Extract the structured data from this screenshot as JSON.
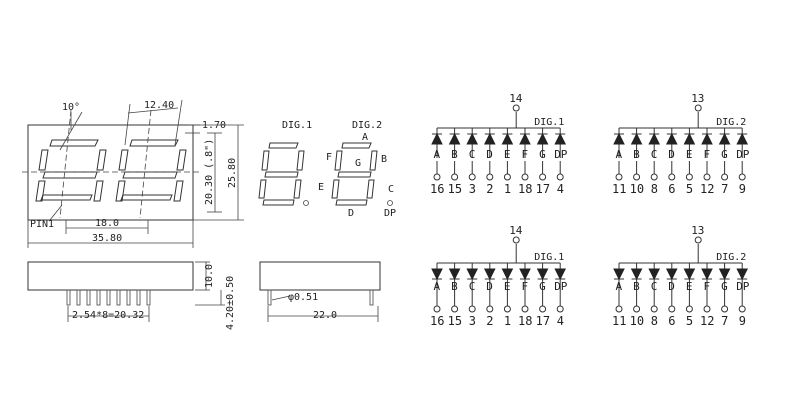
{
  "package": {
    "angle": "10°",
    "segment_width": "12.40",
    "gap": "1.70",
    "digit_height": "20.30 (.8\")",
    "total_height": "25.80",
    "pin1": "PIN1",
    "inner_width": "18.0",
    "total_width": "35.80",
    "pin_pitch": "2.54*8=20.32",
    "side_height": "10.0",
    "pin_length": "4.20±0.50",
    "pin_diameter": "φ0.51",
    "side_width": "22.0"
  },
  "segment_map": {
    "dig1": "DIG.1",
    "dig2": "DIG.2",
    "A": "A",
    "B": "B",
    "C": "C",
    "D": "D",
    "E": "E",
    "F": "F",
    "G": "G",
    "DP": "DP"
  },
  "circuits": [
    {
      "type": "common-anode",
      "digits": [
        {
          "label": "DIG.1",
          "common_pin": "14",
          "segments": [
            "A",
            "B",
            "C",
            "D",
            "E",
            "F",
            "G",
            "DP"
          ],
          "pins": [
            "16",
            "15",
            "3",
            "2",
            "1",
            "18",
            "17",
            "4"
          ]
        },
        {
          "label": "DIG.2",
          "common_pin": "13",
          "segments": [
            "A",
            "B",
            "C",
            "D",
            "E",
            "F",
            "G",
            "DP"
          ],
          "pins": [
            "11",
            "10",
            "8",
            "6",
            "5",
            "12",
            "7",
            "9"
          ]
        }
      ]
    },
    {
      "type": "common-cathode",
      "digits": [
        {
          "label": "DIG.1",
          "common_pin": "14",
          "segments": [
            "A",
            "B",
            "C",
            "D",
            "E",
            "F",
            "G",
            "DP"
          ],
          "pins": [
            "16",
            "15",
            "3",
            "2",
            "1",
            "18",
            "17",
            "4"
          ]
        },
        {
          "label": "DIG.2",
          "common_pin": "13",
          "segments": [
            "A",
            "B",
            "C",
            "D",
            "E",
            "F",
            "G",
            "DP"
          ],
          "pins": [
            "11",
            "10",
            "8",
            "6",
            "5",
            "12",
            "7",
            "9"
          ]
        }
      ]
    }
  ]
}
